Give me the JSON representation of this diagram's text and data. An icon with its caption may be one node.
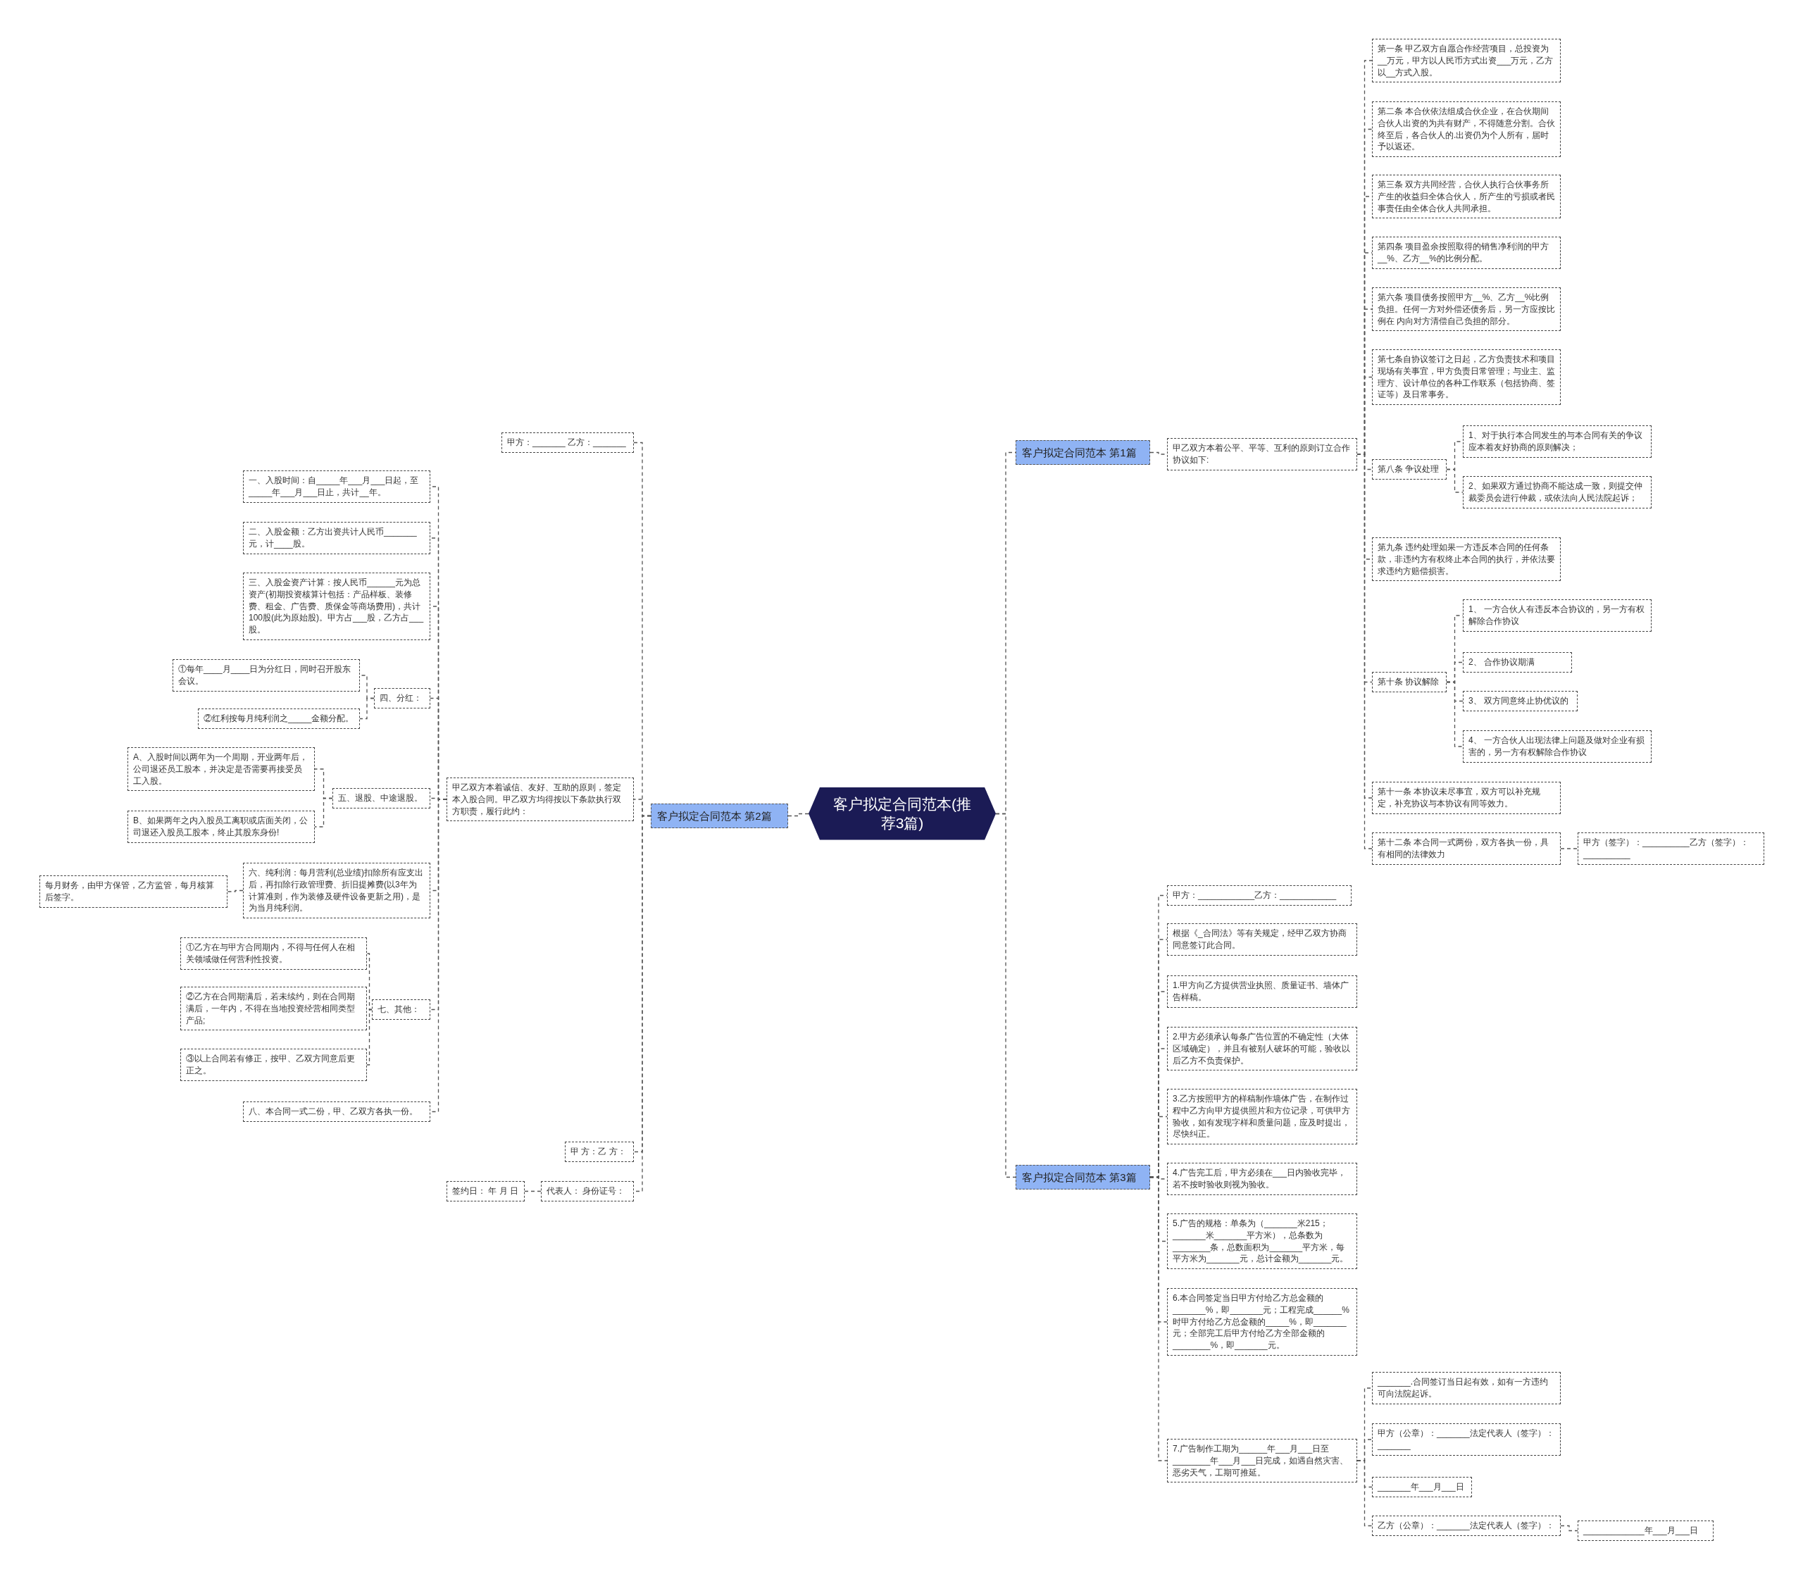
{
  "diagram": {
    "nodes": [
      {
        "text": [
          "客户拟定合同范本(推荐3篇)"
        ]
      },
      {
        "text": [
          "客户拟定合同范本 第1篇"
        ]
      },
      {
        "text": [
          "甲乙双方本着公平、平等、互利的原则订立合作协议如下:"
        ]
      },
      {
        "text": [
          "第一条 甲乙双方自愿合作经营项目，总投资为__万元，甲方以人民币方式出资___万元，乙方以__方式入股。"
        ]
      },
      {
        "text": [
          "第二条 本合伙依法组成合伙企业，在合伙期间合伙人出资的为共有财产，不得随意分割。合伙终至后，各合伙人的.出资仍为个人所有，届时予以返还。"
        ]
      },
      {
        "text": [
          "第三条 双方共同经营，合伙人执行合伙事务所产生的收益归全体合伙人，所产生的亏损或者民事责任由全体合伙人共同承担。"
        ]
      },
      {
        "text": [
          "第四条 项目盈余按照取得的销售净利润的甲方__%、乙方__%的比例分配。"
        ]
      },
      {
        "text": [
          "第六条 项目债务按照甲方__%、乙方__%比例负担。任何一方对外偿还债务后，另一方应按比例在 内向对方清偿自己负担的部分。"
        ]
      },
      {
        "text": [
          "第七条自协议签订之日起，乙方负责技术和项目现场有关事宜，甲方负责日常管理；与业主、监理方、设计单位的各种工作联系（包括协商、签证等）及日常事务。"
        ]
      },
      {
        "text": [
          "第八条 争议处理"
        ]
      },
      {
        "text": [
          "1、对于执行本合同发生的与本合同有关的争议应本着友好协商的原则解决；"
        ]
      },
      {
        "text": [
          "2、如果双方通过协商不能达成一致，则提交仲裁委员会进行仲裁，或依法向人民法院起诉；"
        ]
      },
      {
        "text": [
          "第九条 违约处理如果一方违反本合同的任何条款，非违约方有权终止本合同的执行，并依法要求违约方赔偿损害。"
        ]
      },
      {
        "text": [
          "第十条 协议解除"
        ]
      },
      {
        "text": [
          "1、 一方合伙人有违反本合协议的，另一方有权解除合作协议"
        ]
      },
      {
        "text": [
          "2、 合作协议期满"
        ]
      },
      {
        "text": [
          "3、 双方同意终止协优议的"
        ]
      },
      {
        "text": [
          "4、 一方合伙人出现法律上问题及做对企业有损害的，另一方有权解除合作协议"
        ]
      },
      {
        "text": [
          "第十一条 本协议未尽事宜，双方可以补充规定，补充协议与本协议有同等效力。"
        ]
      },
      {
        "text": [
          "第十二条 本合同一式两份，双方各执一份，具有相同的法律效力"
        ]
      },
      {
        "text": [
          "甲方（签字）：__________乙方（签字）：__________"
        ]
      },
      {
        "text": [
          "客户拟定合同范本 第3篇"
        ]
      },
      {
        "text": [
          "甲方：____________乙方：____________"
        ]
      },
      {
        "text": [
          "根据《_合同法》等有关规定，经甲乙双方协商同意签订此合同。"
        ]
      },
      {
        "text": [
          "1.甲方向乙方提供营业执照、质量证书、墙体广告样稿。"
        ]
      },
      {
        "text": [
          "2.甲方必须承认每条广告位置的不确定性（大体区域确定），并且有被别人破坏的可能，验收以后乙方不负责保护。"
        ]
      },
      {
        "text": [
          "3.乙方按照甲方的样稿制作墙体广告，在制作过程中乙方向甲方提供照片和方位记录，可供甲方验收，如有发现字样和质量问题，应及时提出，尽快纠正。"
        ]
      },
      {
        "text": [
          "4.广告完工后，甲方必须在___日内验收完毕，若不按时验收则视为验收。"
        ]
      },
      {
        "text": [
          "5.广告的规格：单条为（_______米215；_______米_______平方米），总条数为________条，总数面积为_______平方米，每平方米为_______元，总计金额为_______元。"
        ]
      },
      {
        "text": [
          "6.本合同签定当日甲方付给乙方总金额的_______%，即_______元；工程完成______%时甲方付给乙方总金额的_____%，即_______元；全部完工后甲方付给乙方全部金额的________%，即_______元。"
        ]
      },
      {
        "text": [
          "7.广告制作工期为______年___月___日至________年___月___日完成，如遇自然灾害、恶劣天气，工期可推延。"
        ]
      },
      {
        "text": [
          "_______.合同签订当日起有效，如有一方违约可向法院起诉。"
        ]
      },
      {
        "text": [
          "甲方（公章）：_______法定代表人（签字）：_______"
        ]
      },
      {
        "text": [
          "_______年___月___日"
        ]
      },
      {
        "text": [
          "乙方（公章）：_______法定代表人（签字）："
        ]
      },
      {
        "text": [
          "_____________年___月___日"
        ]
      },
      {
        "text": [
          "客户拟定合同范本 第2篇"
        ]
      },
      {
        "text": [
          "甲方：_______ 乙方：_______"
        ]
      },
      {
        "text": [
          "甲乙双方本着诚信、友好、互助的原则，签定本入股合同。甲乙双方均得按以下条款执行双方职责，履行此约："
        ]
      },
      {
        "text": [
          "甲 方：乙 方："
        ]
      },
      {
        "text": [
          "代表人： 身份证号："
        ]
      },
      {
        "text": [
          "签约日： 年 月 日"
        ]
      },
      {
        "text": [
          "一、入股时间：自_____年___月___日起，至_____年___月___日止，共计__年。"
        ]
      },
      {
        "text": [
          "二、入股金额：乙方出资共计人民币_______元，计____股。"
        ]
      },
      {
        "text": [
          "三、入股金资产计算：按人民币______元为总资产(初期投资核算计包括：产品样板、装修费、租金、广告费、质保金等商场费用)，共计100股(此为原始股)。甲方占___股，乙方占___股。"
        ]
      },
      {
        "text": [
          "四、分红："
        ]
      },
      {
        "text": [
          "①每年____月____日为分红日，同时召开股东会议。"
        ]
      },
      {
        "text": [
          "②红利按每月纯利润之_____金额分配。"
        ]
      },
      {
        "text": [
          "五、退股、中途退股。"
        ]
      },
      {
        "text": [
          "A、入股时间以两年为一个周期，开业两年后，公司退还员工股本，并决定是否需要再接受员工入股。"
        ]
      },
      {
        "text": [
          "B、如果两年之内入股员工离职或店面关闭，公司退还入股员工股本，终止其股东身份!"
        ]
      },
      {
        "text": [
          "六、纯利润：每月营利(总业绩)扣除所有应支出后，再扣除行政管理费、折旧提摊费(以3年为计算准则，作为装修及硬件设备更新之用)，是为当月纯利润。"
        ]
      },
      {
        "text": [
          "每月财务，由甲方保管，乙方监管，每月核算后签字。"
        ]
      },
      {
        "text": [
          "七、其他："
        ]
      },
      {
        "text": [
          "①乙方在与甲方合同期内，不得与任何人在相关领域做任何营利性投资。"
        ]
      },
      {
        "text": [
          "②乙方在合同期满后，若未续约，则在合同期满后，一年内，不得在当地投资经营相同类型产品;"
        ]
      },
      {
        "text": [
          "③以上合同若有修正，按甲、乙双方同意后更正之。"
        ]
      },
      {
        "text": [
          "八、本合同一式二份，甲、乙双方各执一份。"
        ]
      }
    ],
    "edges": [
      {
        "from": 0,
        "to": 1,
        "arrow": "none"
      },
      {
        "from": 0,
        "to": 21,
        "arrow": "none"
      },
      {
        "from": 0,
        "to": 36,
        "arrow": "none"
      },
      {
        "from": 1,
        "to": 2,
        "arrow": "none"
      },
      {
        "from": 2,
        "to": 3,
        "arrow": "none"
      },
      {
        "from": 2,
        "to": 4,
        "arrow": "none"
      },
      {
        "from": 2,
        "to": 5,
        "arrow": "none"
      },
      {
        "from": 2,
        "to": 6,
        "arrow": "none"
      },
      {
        "from": 2,
        "to": 7,
        "arrow": "none"
      },
      {
        "from": 2,
        "to": 8,
        "arrow": "none"
      },
      {
        "from": 2,
        "to": 9,
        "arrow": "none"
      },
      {
        "from": 9,
        "to": 10,
        "arrow": "none"
      },
      {
        "from": 9,
        "to": 11,
        "arrow": "none"
      },
      {
        "from": 2,
        "to": 12,
        "arrow": "none"
      },
      {
        "from": 2,
        "to": 13,
        "arrow": "none"
      },
      {
        "from": 13,
        "to": 14,
        "arrow": "none"
      },
      {
        "from": 13,
        "to": 15,
        "arrow": "none"
      },
      {
        "from": 13,
        "to": 16,
        "arrow": "none"
      },
      {
        "from": 13,
        "to": 17,
        "arrow": "none"
      },
      {
        "from": 2,
        "to": 18,
        "arrow": "none"
      },
      {
        "from": 2,
        "to": 19,
        "arrow": "none"
      },
      {
        "from": 19,
        "to": 20,
        "arrow": "none"
      },
      {
        "from": 21,
        "to": 22,
        "arrow": "none"
      },
      {
        "from": 21,
        "to": 23,
        "arrow": "none"
      },
      {
        "from": 21,
        "to": 24,
        "arrow": "none"
      },
      {
        "from": 21,
        "to": 25,
        "arrow": "none"
      },
      {
        "from": 21,
        "to": 26,
        "arrow": "none"
      },
      {
        "from": 21,
        "to": 27,
        "arrow": "none"
      },
      {
        "from": 21,
        "to": 28,
        "arrow": "none"
      },
      {
        "from": 21,
        "to": 29,
        "arrow": "none"
      },
      {
        "from": 21,
        "to": 30,
        "arrow": "none"
      },
      {
        "from": 30,
        "to": 31,
        "arrow": "none"
      },
      {
        "from": 30,
        "to": 32,
        "arrow": "none"
      },
      {
        "from": 30,
        "to": 33,
        "arrow": "none"
      },
      {
        "from": 30,
        "to": 34,
        "arrow": "none"
      },
      {
        "from": 34,
        "to": 35,
        "arrow": "none"
      },
      {
        "from": 36,
        "to": 37,
        "arrow": "none"
      },
      {
        "from": 36,
        "to": 38,
        "arrow": "none"
      },
      {
        "from": 36,
        "to": 39,
        "arrow": "none"
      },
      {
        "from": 36,
        "to": 40,
        "arrow": "none"
      },
      {
        "from": 40,
        "to": 41,
        "arrow": "none"
      },
      {
        "from": 38,
        "to": 42,
        "arrow": "none"
      },
      {
        "from": 38,
        "to": 43,
        "arrow": "none"
      },
      {
        "from": 38,
        "to": 44,
        "arrow": "none"
      },
      {
        "from": 38,
        "to": 45,
        "arrow": "none"
      },
      {
        "from": 45,
        "to": 46,
        "arrow": "none"
      },
      {
        "from": 45,
        "to": 47,
        "arrow": "none"
      },
      {
        "from": 38,
        "to": 48,
        "arrow": "none"
      },
      {
        "from": 48,
        "to": 49,
        "arrow": "none"
      },
      {
        "from": 48,
        "to": 50,
        "arrow": "none"
      },
      {
        "from": 38,
        "to": 51,
        "arrow": "none"
      },
      {
        "from": 51,
        "to": 52,
        "arrow": "none"
      },
      {
        "from": 38,
        "to": 53,
        "arrow": "none"
      },
      {
        "from": 53,
        "to": 54,
        "arrow": "none"
      },
      {
        "from": 53,
        "to": 55,
        "arrow": "none"
      },
      {
        "from": 53,
        "to": 56,
        "arrow": "none"
      },
      {
        "from": 38,
        "to": 57,
        "arrow": "none"
      }
    ]
  }
}
